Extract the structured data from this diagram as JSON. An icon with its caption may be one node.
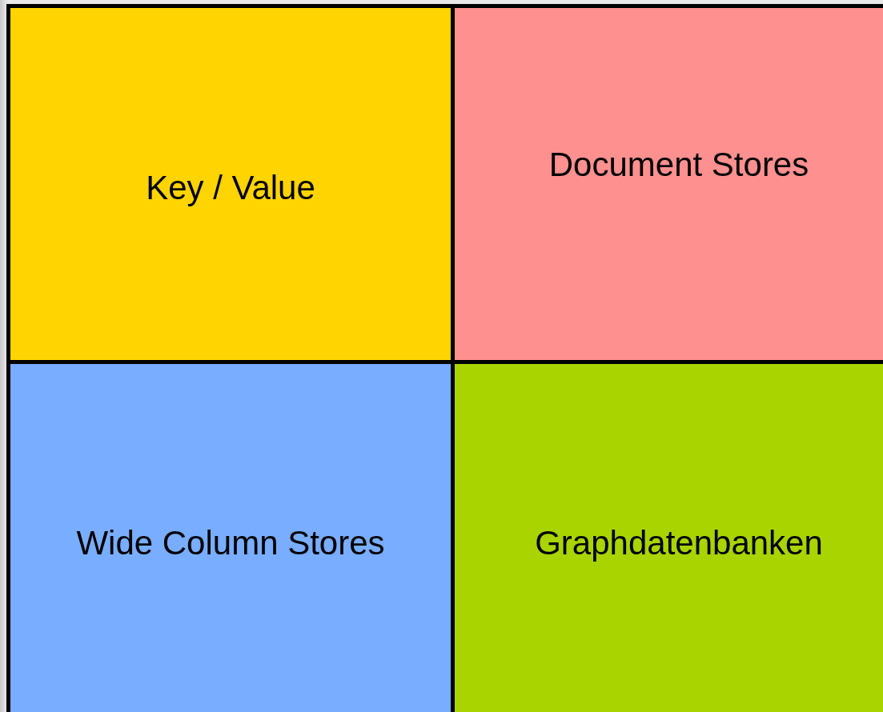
{
  "diagram": {
    "nodes": [
      {
        "text": [
          "Key / Value"
        ]
      },
      {
        "text": [
          "Document Stores"
        ]
      },
      {
        "text": [
          "Wide Column Stores"
        ]
      },
      {
        "text": [
          "Graphdatenbanken"
        ]
      }
    ]
  }
}
